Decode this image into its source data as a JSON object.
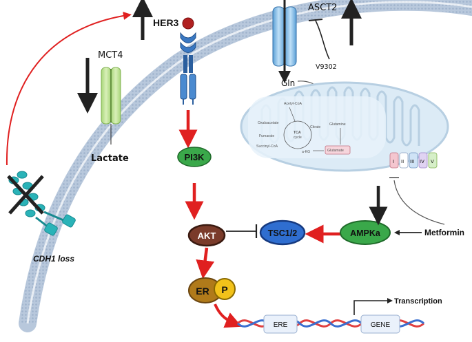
{
  "labels": {
    "her3": "HER3",
    "mct4": "MCT4",
    "lactate": "Lactate",
    "asct2": "ASCT2",
    "v9302": "V9302",
    "gln": "Gln",
    "pi3k": "PI3K",
    "akt": "AKT",
    "tsc": "TSC1/2",
    "ampka": "AMPKa",
    "metformin": "Metformin",
    "er": "ER",
    "p": "P",
    "cdh1": "CDH1 loss",
    "transcription": "Transcription",
    "ere": "ERE",
    "gene": "GENE"
  },
  "mitochondria": {
    "acetyl_coa": "Acetyl-CoA",
    "glutamine": "Glutamine",
    "oxaloacetate": "Oxaloacetate",
    "citrate": "Citrate",
    "fumarate": "Fumarate",
    "tca": "TCA",
    "cycle": "cycle",
    "succinyl_coa": "Succinyl-CoA",
    "akg": "a-KG",
    "glutamate": "Glutamate",
    "complexes": [
      "I",
      "II",
      "III",
      "IV",
      "V"
    ]
  },
  "colors": {
    "pathway_arrow": "#e02020",
    "membrane": "#b8c8dc",
    "pi3k_node": "#3aa84a",
    "akt_node": "#7a3b2a",
    "tsc_node": "#2f6ed0",
    "ampk_node": "#3aa84a",
    "er_node": "#b07a1a",
    "p_node": "#f2c21a",
    "dna_red": "#e04040",
    "dna_blue": "#3a6fd0",
    "mito": "#cfe2f0"
  }
}
